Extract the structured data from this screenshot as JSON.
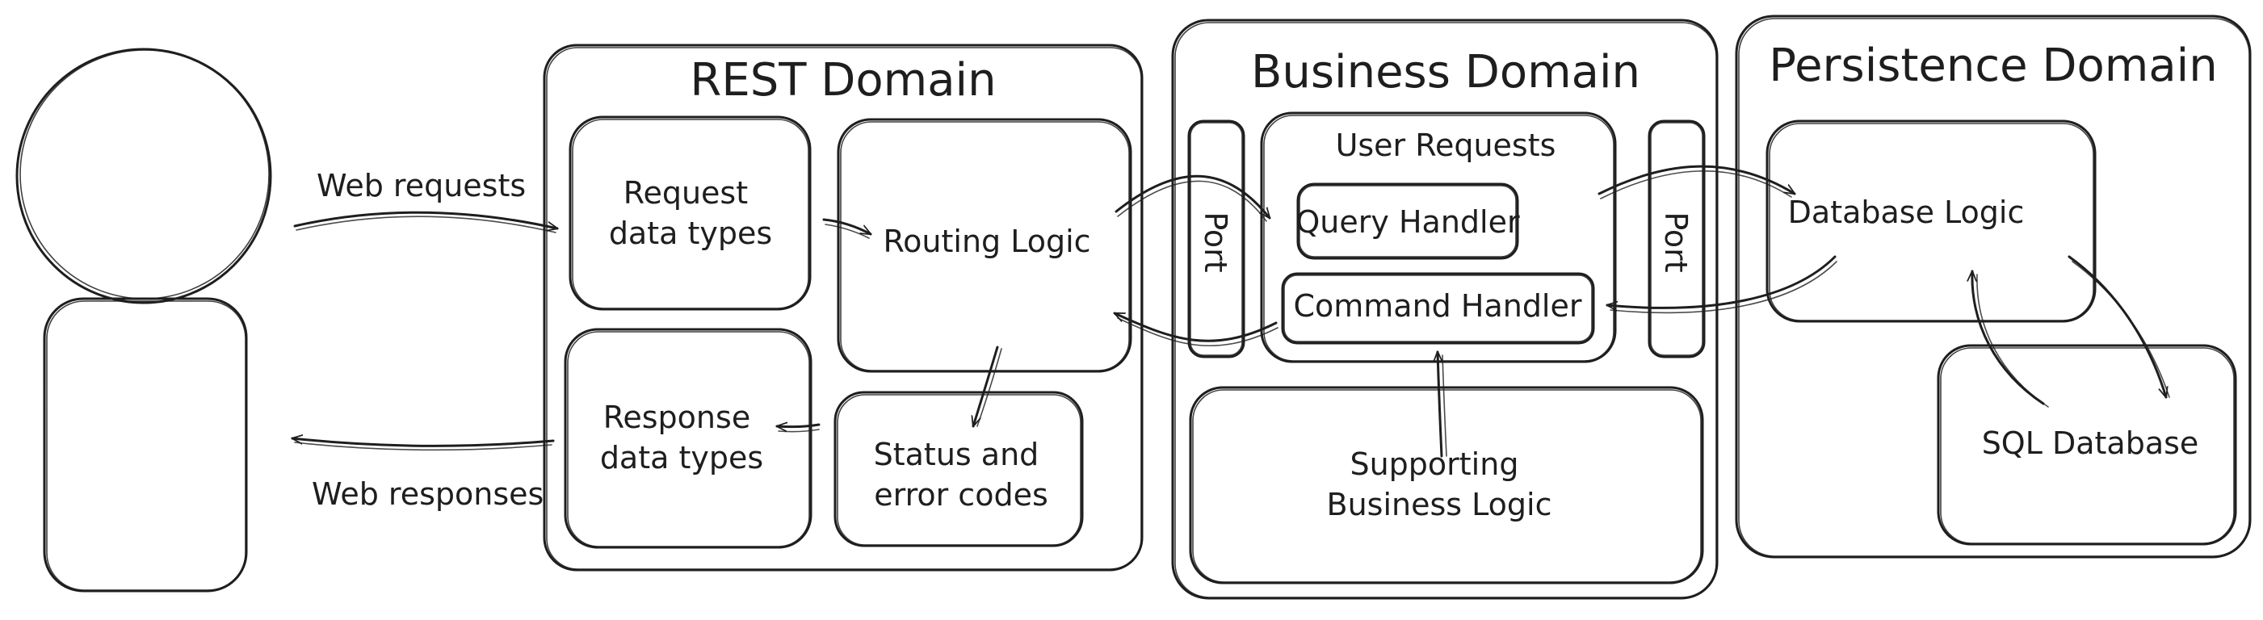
{
  "colors": {
    "stroke": "#1e1e1e",
    "background": "#ffffff"
  },
  "actor": {
    "icon": "person-icon"
  },
  "arrows": {
    "web_requests": "Web requests",
    "web_responses": "Web responses"
  },
  "rest_domain": {
    "title": "REST Domain",
    "request_types": [
      "Request",
      "data types"
    ],
    "routing_logic": "Routing Logic",
    "response_types": [
      "Response",
      "data types"
    ],
    "status_codes": [
      "Status and",
      "error codes"
    ]
  },
  "business_domain": {
    "title": "Business Domain",
    "port_left": "Port",
    "port_right": "Port",
    "user_requests": "User Requests",
    "query_handler": "Query Handler",
    "command_handler": "Command Handler",
    "supporting_logic": [
      "Supporting",
      "Business Logic"
    ]
  },
  "persistence_domain": {
    "title": "Persistence Domain",
    "database_logic": "Database Logic",
    "sql_database": "SQL Database"
  }
}
